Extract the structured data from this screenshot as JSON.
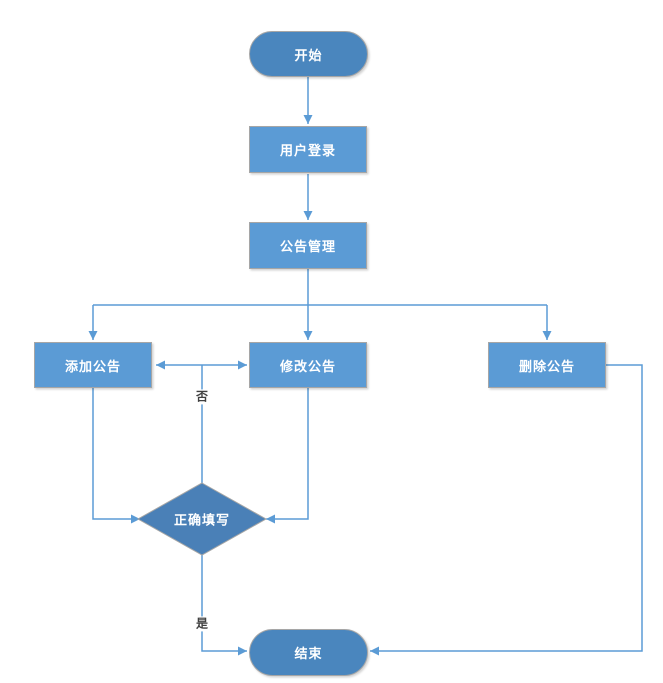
{
  "diagram": {
    "type": "flowchart",
    "language": "zh-CN",
    "colors": {
      "background": "#FFFFFF",
      "connector": "#5B9BD5",
      "process_fill": "#5B9BD5",
      "terminal_fill": "#4A86BE",
      "decision_fill": "#4A80B7",
      "node_border": "#A6A6A6",
      "node_text": "#FFFFFF",
      "edge_label_text": "#404040"
    },
    "nodes": {
      "start": {
        "label": "开始",
        "type": "terminal"
      },
      "login": {
        "label": "用户登录",
        "type": "process"
      },
      "manage": {
        "label": "公告管理",
        "type": "process"
      },
      "add": {
        "label": "添加公告",
        "type": "process"
      },
      "modify": {
        "label": "修改公告",
        "type": "process"
      },
      "delete": {
        "label": "删除公告",
        "type": "process"
      },
      "decision": {
        "label": "正确填写",
        "type": "decision"
      },
      "end": {
        "label": "结束",
        "type": "terminal"
      }
    },
    "edge_labels": {
      "no": "否",
      "yes": "是"
    }
  }
}
